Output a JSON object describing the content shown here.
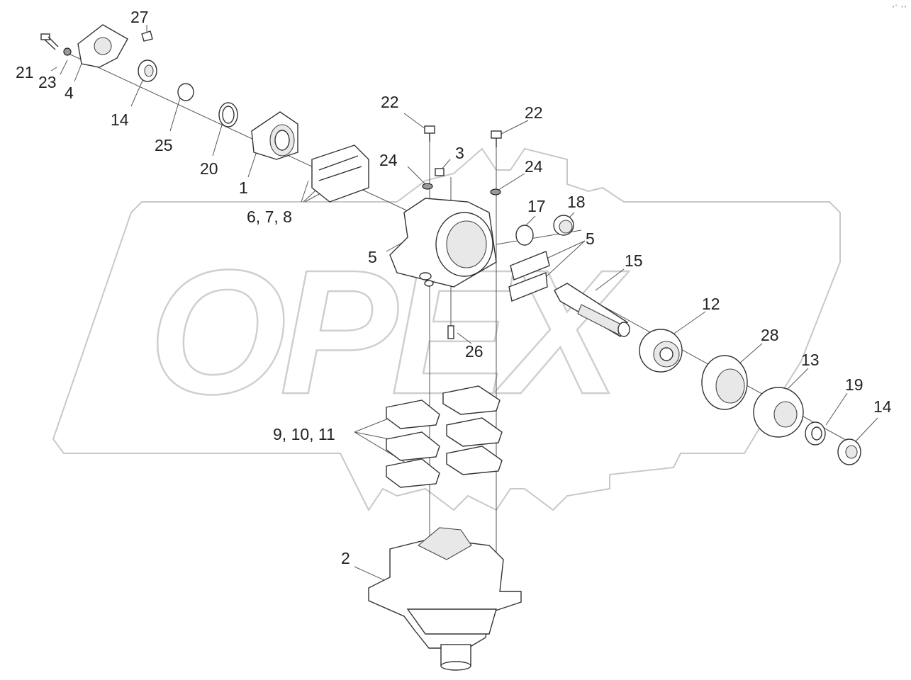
{
  "watermark": {
    "text": "OPEX"
  },
  "corner_mark": "•° ••",
  "labels": [
    {
      "id": "l27",
      "text": "27"
    },
    {
      "id": "l21",
      "text": "21"
    },
    {
      "id": "l23",
      "text": "23"
    },
    {
      "id": "l4",
      "text": "4"
    },
    {
      "id": "l14a",
      "text": "14"
    },
    {
      "id": "l25",
      "text": "25"
    },
    {
      "id": "l20",
      "text": "20"
    },
    {
      "id": "l1",
      "text": "1"
    },
    {
      "id": "l678",
      "text": "6, 7, 8"
    },
    {
      "id": "l22a",
      "text": "22"
    },
    {
      "id": "l22b",
      "text": "22"
    },
    {
      "id": "l3",
      "text": "3"
    },
    {
      "id": "l24a",
      "text": "24"
    },
    {
      "id": "l24b",
      "text": "24"
    },
    {
      "id": "l17",
      "text": "17"
    },
    {
      "id": "l18",
      "text": "18"
    },
    {
      "id": "l5a",
      "text": "5"
    },
    {
      "id": "l5b",
      "text": "5"
    },
    {
      "id": "l15",
      "text": "15"
    },
    {
      "id": "l12",
      "text": "12"
    },
    {
      "id": "l26",
      "text": "26"
    },
    {
      "id": "l28",
      "text": "28"
    },
    {
      "id": "l13",
      "text": "13"
    },
    {
      "id": "l19",
      "text": "19"
    },
    {
      "id": "l14b",
      "text": "14"
    },
    {
      "id": "l91011",
      "text": "9, 10, 11"
    },
    {
      "id": "l2",
      "text": "2"
    }
  ]
}
